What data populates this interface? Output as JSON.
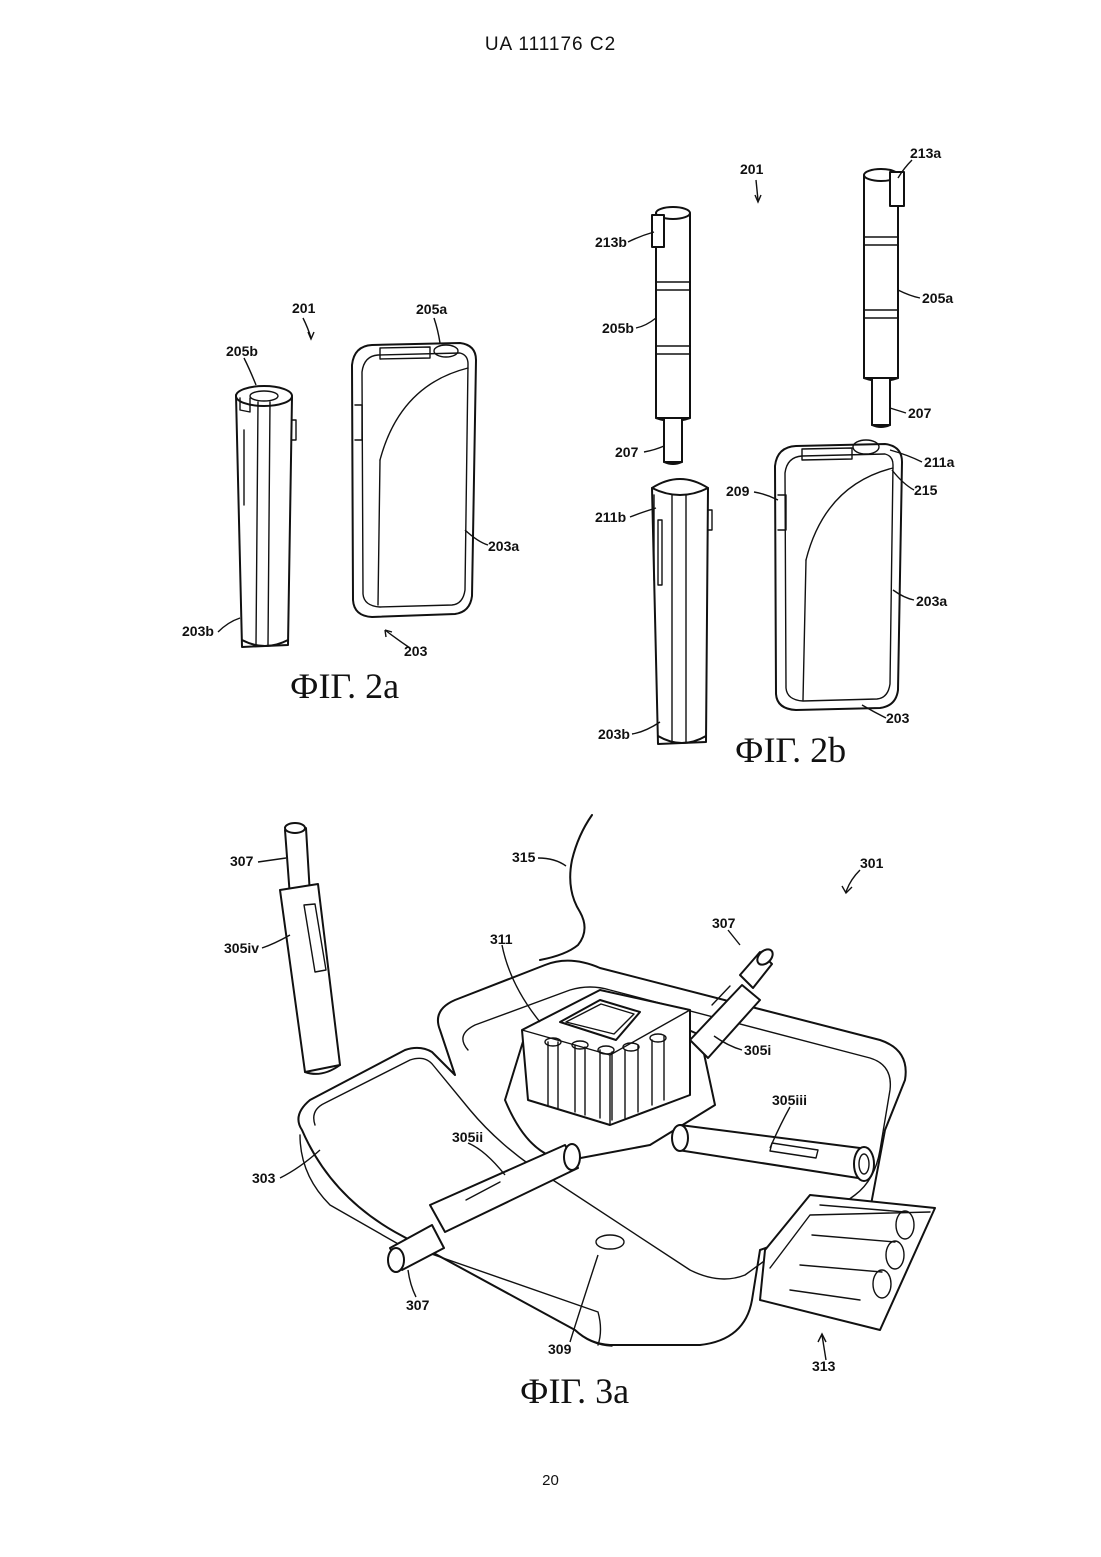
{
  "header": {
    "text": "UA   111176   C2"
  },
  "footer": {
    "page_number": "20"
  },
  "figures": {
    "fig2a": {
      "caption": "ФІГ. 2a",
      "labels": [
        "201",
        "205b",
        "205a",
        "203a",
        "203b",
        "203"
      ]
    },
    "fig2b": {
      "caption": "ФІГ. 2b",
      "labels": [
        "201",
        "213a",
        "213b",
        "205b",
        "205a",
        "207",
        "207",
        "211a",
        "215",
        "209",
        "211b",
        "203a",
        "203b",
        "203"
      ]
    },
    "fig3a": {
      "caption": "ФІГ. 3a",
      "labels": [
        "307",
        "315",
        "301",
        "305iv",
        "311",
        "307",
        "305i",
        "305iii",
        "305ii",
        "303",
        "307",
        "309",
        "313"
      ]
    }
  }
}
